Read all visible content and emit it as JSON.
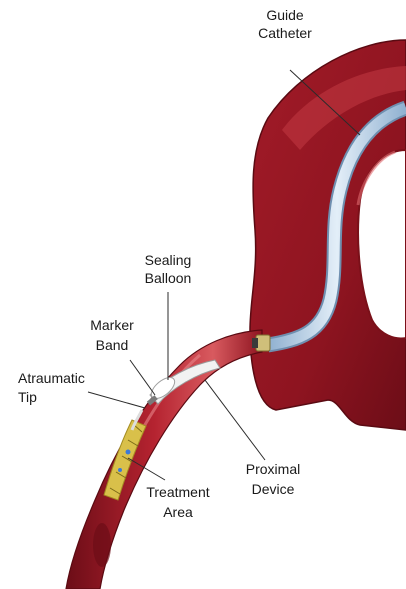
{
  "labels": {
    "guide_catheter": [
      "Guide",
      "Catheter"
    ],
    "sealing_balloon": [
      "Sealing",
      "Balloon"
    ],
    "marker_band": [
      "Marker",
      "Band"
    ],
    "atraumatic_tip": [
      "Atraumatic",
      "Tip"
    ],
    "proximal_device": [
      "Proximal",
      "Device"
    ],
    "treatment_area": [
      "Treatment",
      "Area"
    ]
  },
  "colors": {
    "vessel_outer": "#8e1420",
    "vessel_mid": "#b52330",
    "vessel_highlight": "#d85a5f",
    "vessel_inner": "#6c0d17",
    "catheter_fill": "#c9dcef",
    "catheter_stroke": "#6f8fb0",
    "stent_yellow": "#d9c04a",
    "device_white": "#f2f2f2",
    "text": "#1a1a1a"
  }
}
